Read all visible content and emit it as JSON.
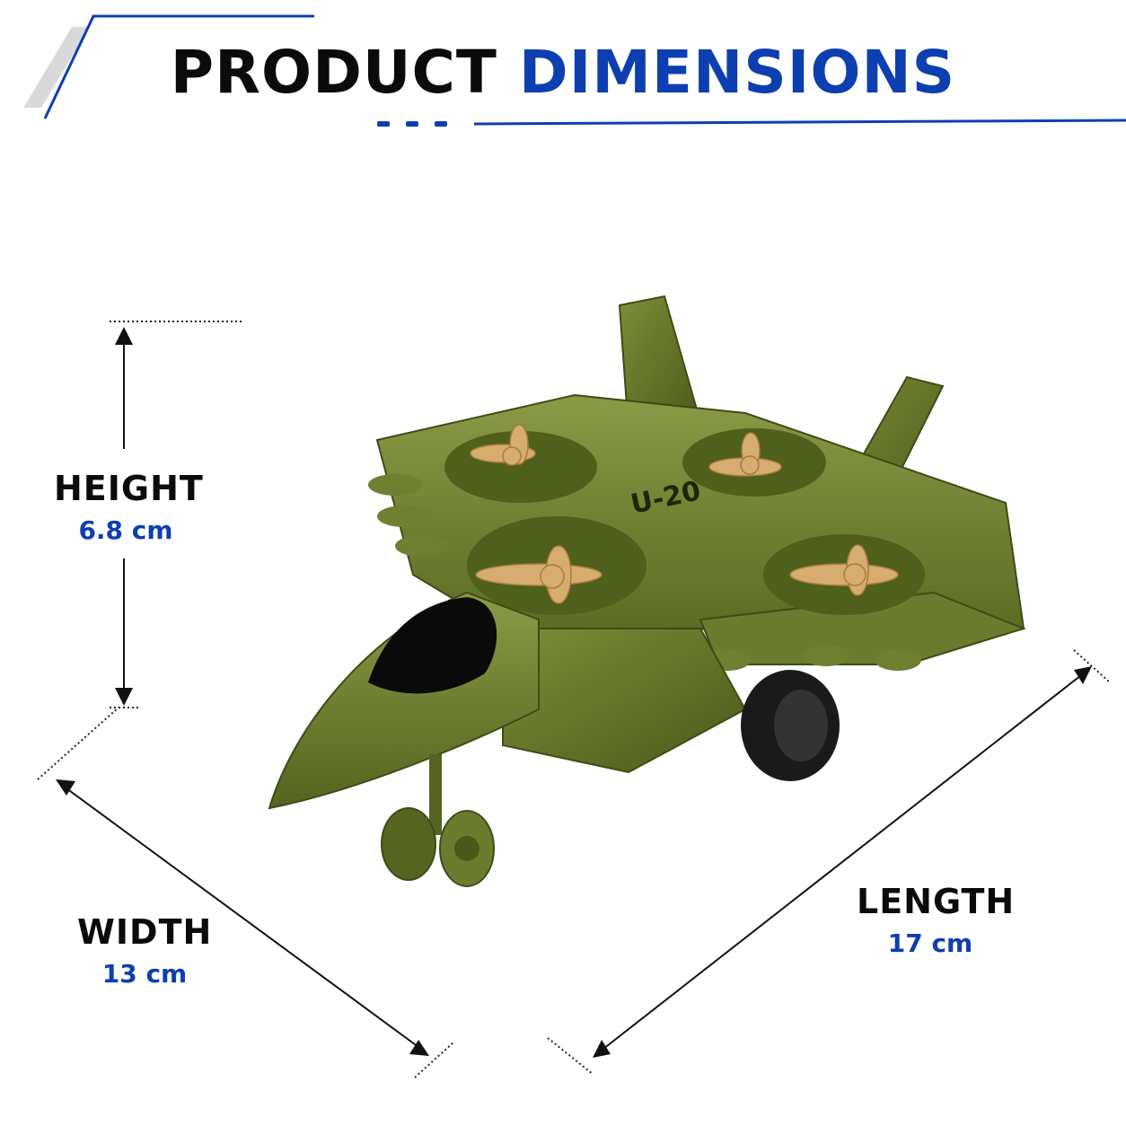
{
  "header": {
    "title_part1": "PRODUCT",
    "title_part2": "DIMENSIONS"
  },
  "dimensions": {
    "height": {
      "label": "HEIGHT",
      "value": "6.8 cm"
    },
    "width": {
      "label": "WIDTH",
      "value": "13 cm"
    },
    "length": {
      "label": "LENGTH",
      "value": "17 cm"
    }
  },
  "product": {
    "decal_text": "U-20",
    "body_color": "#6b7c2e",
    "propeller_color": "#d6ad6e"
  },
  "colors": {
    "accent": "#0d3fb0",
    "text": "#0b0b0b"
  }
}
